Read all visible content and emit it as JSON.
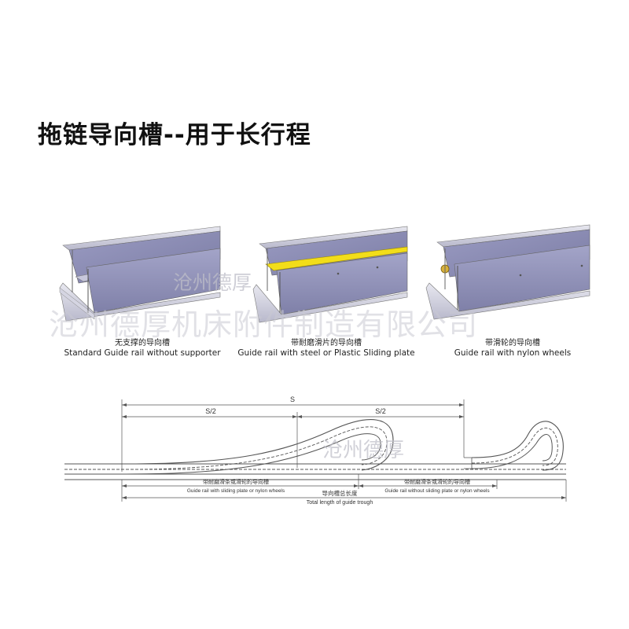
{
  "title": "拖链导向槽--用于长行程",
  "products": [
    {
      "name_zh": "无支撑的导向槽",
      "name_en": "Standard Guide rail without supporter"
    },
    {
      "name_zh": "带耐磨滑片的导向槽",
      "name_en": "Guide rail with steel or Plastic Sliding plate"
    },
    {
      "name_zh": "带滑轮的导向槽",
      "name_en": "Guide rail with nylon wheels"
    }
  ],
  "diagram": {
    "total_label": "S",
    "half_left": "S/2",
    "half_right": "S/2",
    "left_section_zh": "带耐磨滑条或滑轮的导向槽",
    "left_section_en": "Guide rail with sliding plate or nylon wheels",
    "right_section_zh": "带耐磨滑条或滑轮的导向槽",
    "right_section_en": "Guide rail without sliding plate or nylon wheels",
    "total_zh": "导向槽总长度",
    "total_en": "Total length of guide trough"
  },
  "watermarks": {
    "small": "沧州德厚",
    "large": "沧州德厚机床附件制造有限公司"
  },
  "colors": {
    "rail": "#8e8fb5",
    "rail_dark": "#6f7097",
    "rail_light": "#c9c9de",
    "sliding_plate": "#f2dd1a",
    "wheel": "#d8b13a"
  }
}
